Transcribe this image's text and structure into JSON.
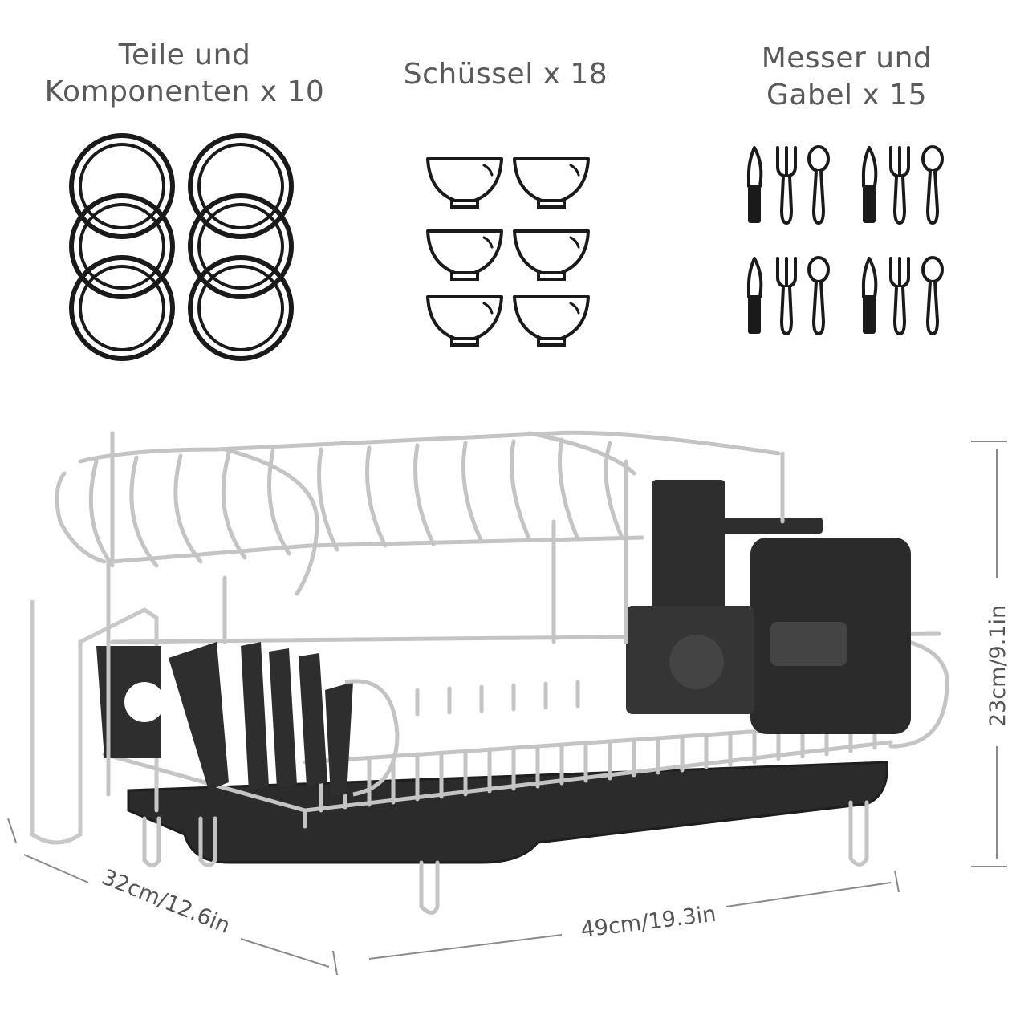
{
  "captions": {
    "plates": {
      "line1": "Teile und",
      "line2": "Komponenten x 10"
    },
    "bowls": {
      "line1": "Schüssel x 18"
    },
    "cutlery": {
      "line1": "Messer und",
      "line2": "Gabel x 15"
    }
  },
  "icons": {
    "plates": "plate-icon",
    "bowls": "bowl-icon",
    "cutlery": [
      "knife-icon",
      "fork-icon",
      "spoon-icon"
    ]
  },
  "dimensions": {
    "depth": "32cm/12.6in",
    "width": "49cm/19.3in",
    "height": "23cm/9.1in"
  },
  "colors": {
    "text": "#5a5a5a",
    "icon": "#1a1a1a",
    "steel": "#c8c8c8",
    "plastic": "#2b2b2b"
  }
}
